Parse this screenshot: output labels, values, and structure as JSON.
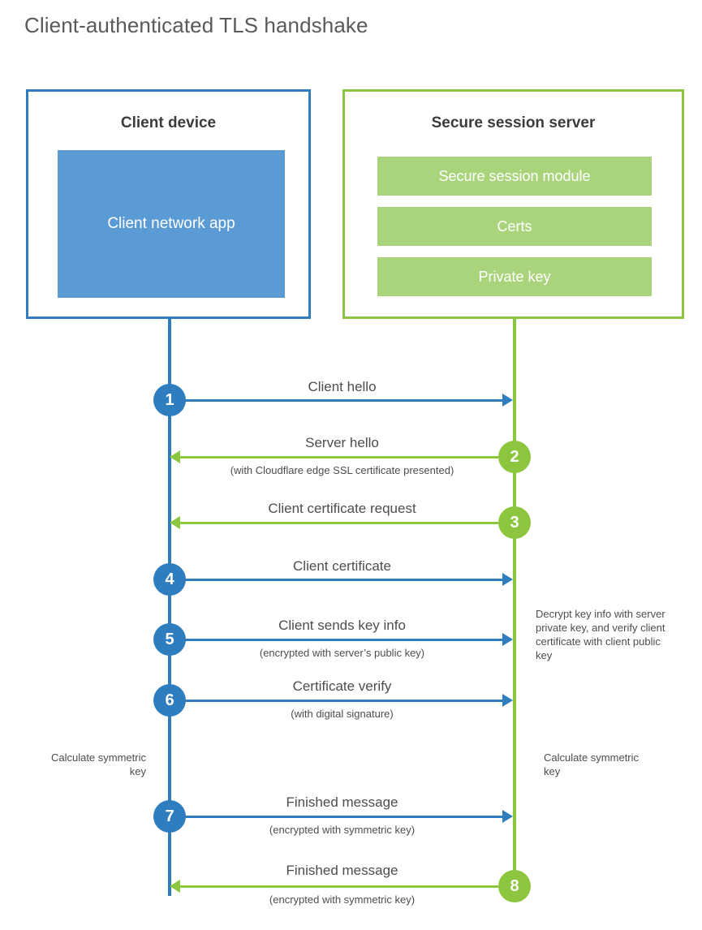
{
  "diagram": {
    "title": "Client-authenticated TLS handshake",
    "colors": {
      "client_blue": "#2e7dbe",
      "client_app_fill": "#5b9bd5",
      "server_green": "#8cc63e",
      "server_bar_fill": "#aad47c",
      "text": "#4d4d4d"
    }
  },
  "parties": {
    "client": {
      "title": "Client device",
      "component": "Client network app"
    },
    "server": {
      "title": "Secure session server",
      "components": [
        "Secure session module",
        "Certs",
        "Private key"
      ]
    }
  },
  "steps": [
    {
      "number": "1",
      "label": "Client hello",
      "sublabel": "",
      "direction": "client-to-server",
      "color": "blue"
    },
    {
      "number": "2",
      "label": "Server hello",
      "sublabel": "(with Cloudflare edge SSL certificate presented)",
      "direction": "server-to-client",
      "color": "green"
    },
    {
      "number": "3",
      "label": "Client certificate request",
      "sublabel": "",
      "direction": "server-to-client",
      "color": "green"
    },
    {
      "number": "4",
      "label": "Client certificate",
      "sublabel": "",
      "direction": "client-to-server",
      "color": "blue"
    },
    {
      "number": "5",
      "label": "Client sends key info",
      "sublabel": "(encrypted with server’s public key)",
      "direction": "client-to-server",
      "color": "blue"
    },
    {
      "number": "6",
      "label": "Certificate verify",
      "sublabel": "(with digital signature)",
      "direction": "client-to-server",
      "color": "blue"
    },
    {
      "number": "7",
      "label": "Finished message",
      "sublabel": "(encrypted with symmetric key)",
      "direction": "client-to-server",
      "color": "blue"
    },
    {
      "number": "8",
      "label": "Finished message",
      "sublabel": "(encrypted with symmetric key)",
      "direction": "server-to-client",
      "color": "green"
    }
  ],
  "annotations": {
    "server_decrypt": "Decrypt key info with server private key, and verify client certificate with client public key",
    "client_calculate": "Calculate symmetric key",
    "server_calculate": "Calculate symmetric key"
  }
}
